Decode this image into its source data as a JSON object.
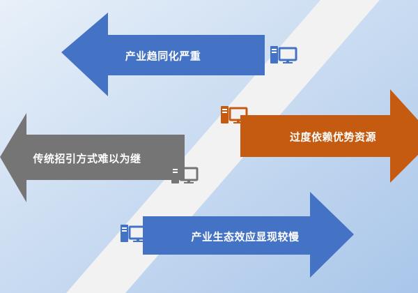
{
  "items": [
    {
      "label": "产业趋同化严重",
      "direction": "left",
      "color": "#4472c4",
      "icon": "computer-icon"
    },
    {
      "label": "过度依赖优势资源",
      "direction": "right",
      "color": "#c55a11",
      "icon": "computer-icon"
    },
    {
      "label": "传统招引方式难以为继",
      "direction": "left",
      "color": "#757575",
      "icon": "computer-icon"
    },
    {
      "label": "产业生态效应显现较慢",
      "direction": "right",
      "color": "#4472c4",
      "icon": "computer-icon"
    }
  ],
  "colors": {
    "background_light": "#e8f0f9",
    "background_blue": "#a9c6e9",
    "band": "#f2f2f2"
  }
}
